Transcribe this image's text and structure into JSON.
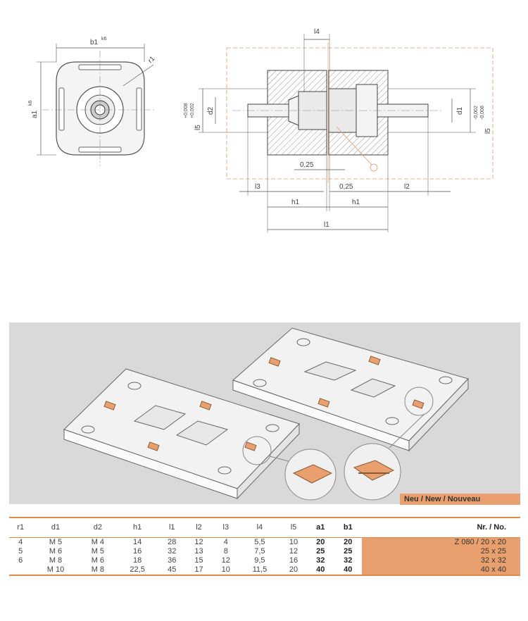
{
  "drawing": {
    "left_view": {
      "b1": "b1",
      "b1_tol": "k6",
      "a1": "a1",
      "a1_tol": "k6",
      "r1": "r1"
    },
    "right_view": {
      "l4": "l4",
      "d2": "d2",
      "d1": "d1",
      "l5_left": "l5",
      "tol_left_a": "+0,008",
      "tol_left_b": "+0,002",
      "l5_right": "l5",
      "tol_right_a": "-0,002",
      "tol_right_b": "-0,008",
      "gap": "0,25",
      "gap2": "0,25",
      "l3": "l3",
      "l2": "l2",
      "h1_left": "h1",
      "h1_right": "h1",
      "l1": "l1"
    }
  },
  "photo": {
    "badge": "Neu / New / Nouveau"
  },
  "table": {
    "headers": [
      "r1",
      "d1",
      "d2",
      "h1",
      "l1",
      "l2",
      "l3",
      "l4",
      "l5",
      "a1",
      "b1",
      "Nr. / No."
    ],
    "rows": [
      [
        "4",
        "M 5",
        "M 4",
        "14",
        "28",
        "12",
        "4",
        "5,5",
        "10",
        "20",
        "20",
        "Z 080 / 20 x 20"
      ],
      [
        "5",
        "M 6",
        "M 5",
        "16",
        "32",
        "13",
        "8",
        "7,5",
        "12",
        "25",
        "25",
        "25 x 25"
      ],
      [
        "6",
        "M 8",
        "M 6",
        "18",
        "36",
        "15",
        "12",
        "9,5",
        "16",
        "32",
        "32",
        "32 x 32"
      ],
      [
        "",
        "M 10",
        "M 8",
        "22,5",
        "45",
        "17",
        "10",
        "11,5",
        "20",
        "40",
        "40",
        "40 x 40"
      ]
    ]
  },
  "colors": {
    "accent": "#e08a4a",
    "order_bg": "#e9a06e",
    "photo_bg": "#d9d9d9"
  }
}
